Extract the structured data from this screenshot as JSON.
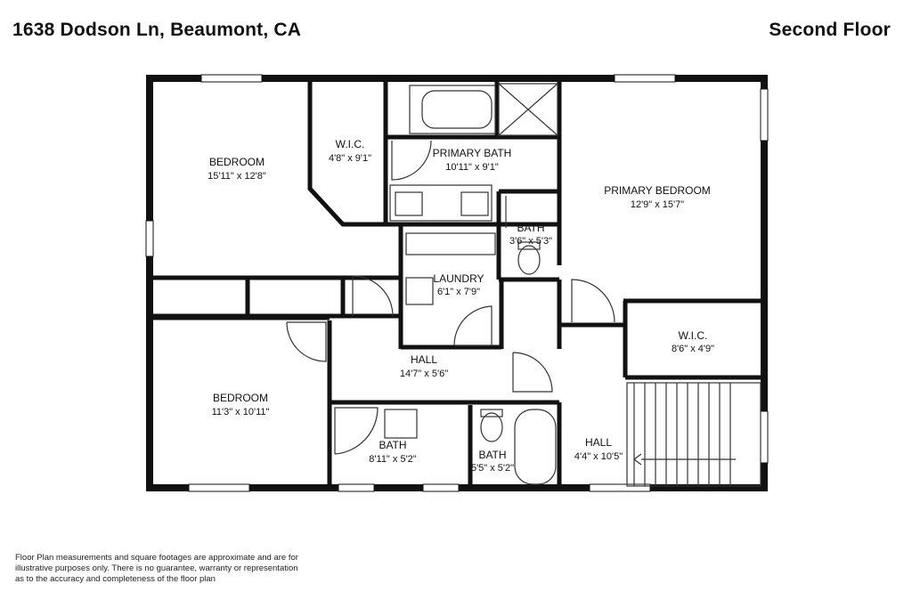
{
  "header": {
    "address": "1638 Dodson Ln, Beaumont, CA",
    "floor": "Second Floor"
  },
  "rooms": [
    {
      "id": "bedroom-nw",
      "name": "BEDROOM",
      "dims": "15'11\" x 12'8\""
    },
    {
      "id": "wic-nw",
      "name": "W.I.C.",
      "dims": "4'8\" x 9'1\""
    },
    {
      "id": "primary-bath",
      "name": "PRIMARY BATH",
      "dims": "10'11\" x 9'1\""
    },
    {
      "id": "primary-bedroom",
      "name": "PRIMARY BEDROOM",
      "dims": "12'9\" x 15'7\""
    },
    {
      "id": "bath-small",
      "name": "BATH",
      "dims": "3'6\" x 5'3\""
    },
    {
      "id": "laundry",
      "name": "LAUNDRY",
      "dims": "6'1\" x 7'9\""
    },
    {
      "id": "wic-east",
      "name": "W.I.C.",
      "dims": "8'6\" x 4'9\""
    },
    {
      "id": "hall-center",
      "name": "HALL",
      "dims": "14'7\" x 5'6\""
    },
    {
      "id": "bedroom-sw",
      "name": "BEDROOM",
      "dims": "11'3\" x 10'11\""
    },
    {
      "id": "bath-south",
      "name": "BATH",
      "dims": "8'11\" x 5'2\""
    },
    {
      "id": "bath-tub",
      "name": "BATH",
      "dims": "5'5\" x 5'2\""
    },
    {
      "id": "hall-east",
      "name": "HALL",
      "dims": "4'4\" x 10'5\""
    }
  ],
  "disclaimer": {
    "line1": "Floor Plan measurements and square footages are approximate and are for",
    "line2": "illustrative purposes only. There is no guarantee, warranty or representation",
    "line3": "as to the accuracy and completeness of the floor plan"
  }
}
